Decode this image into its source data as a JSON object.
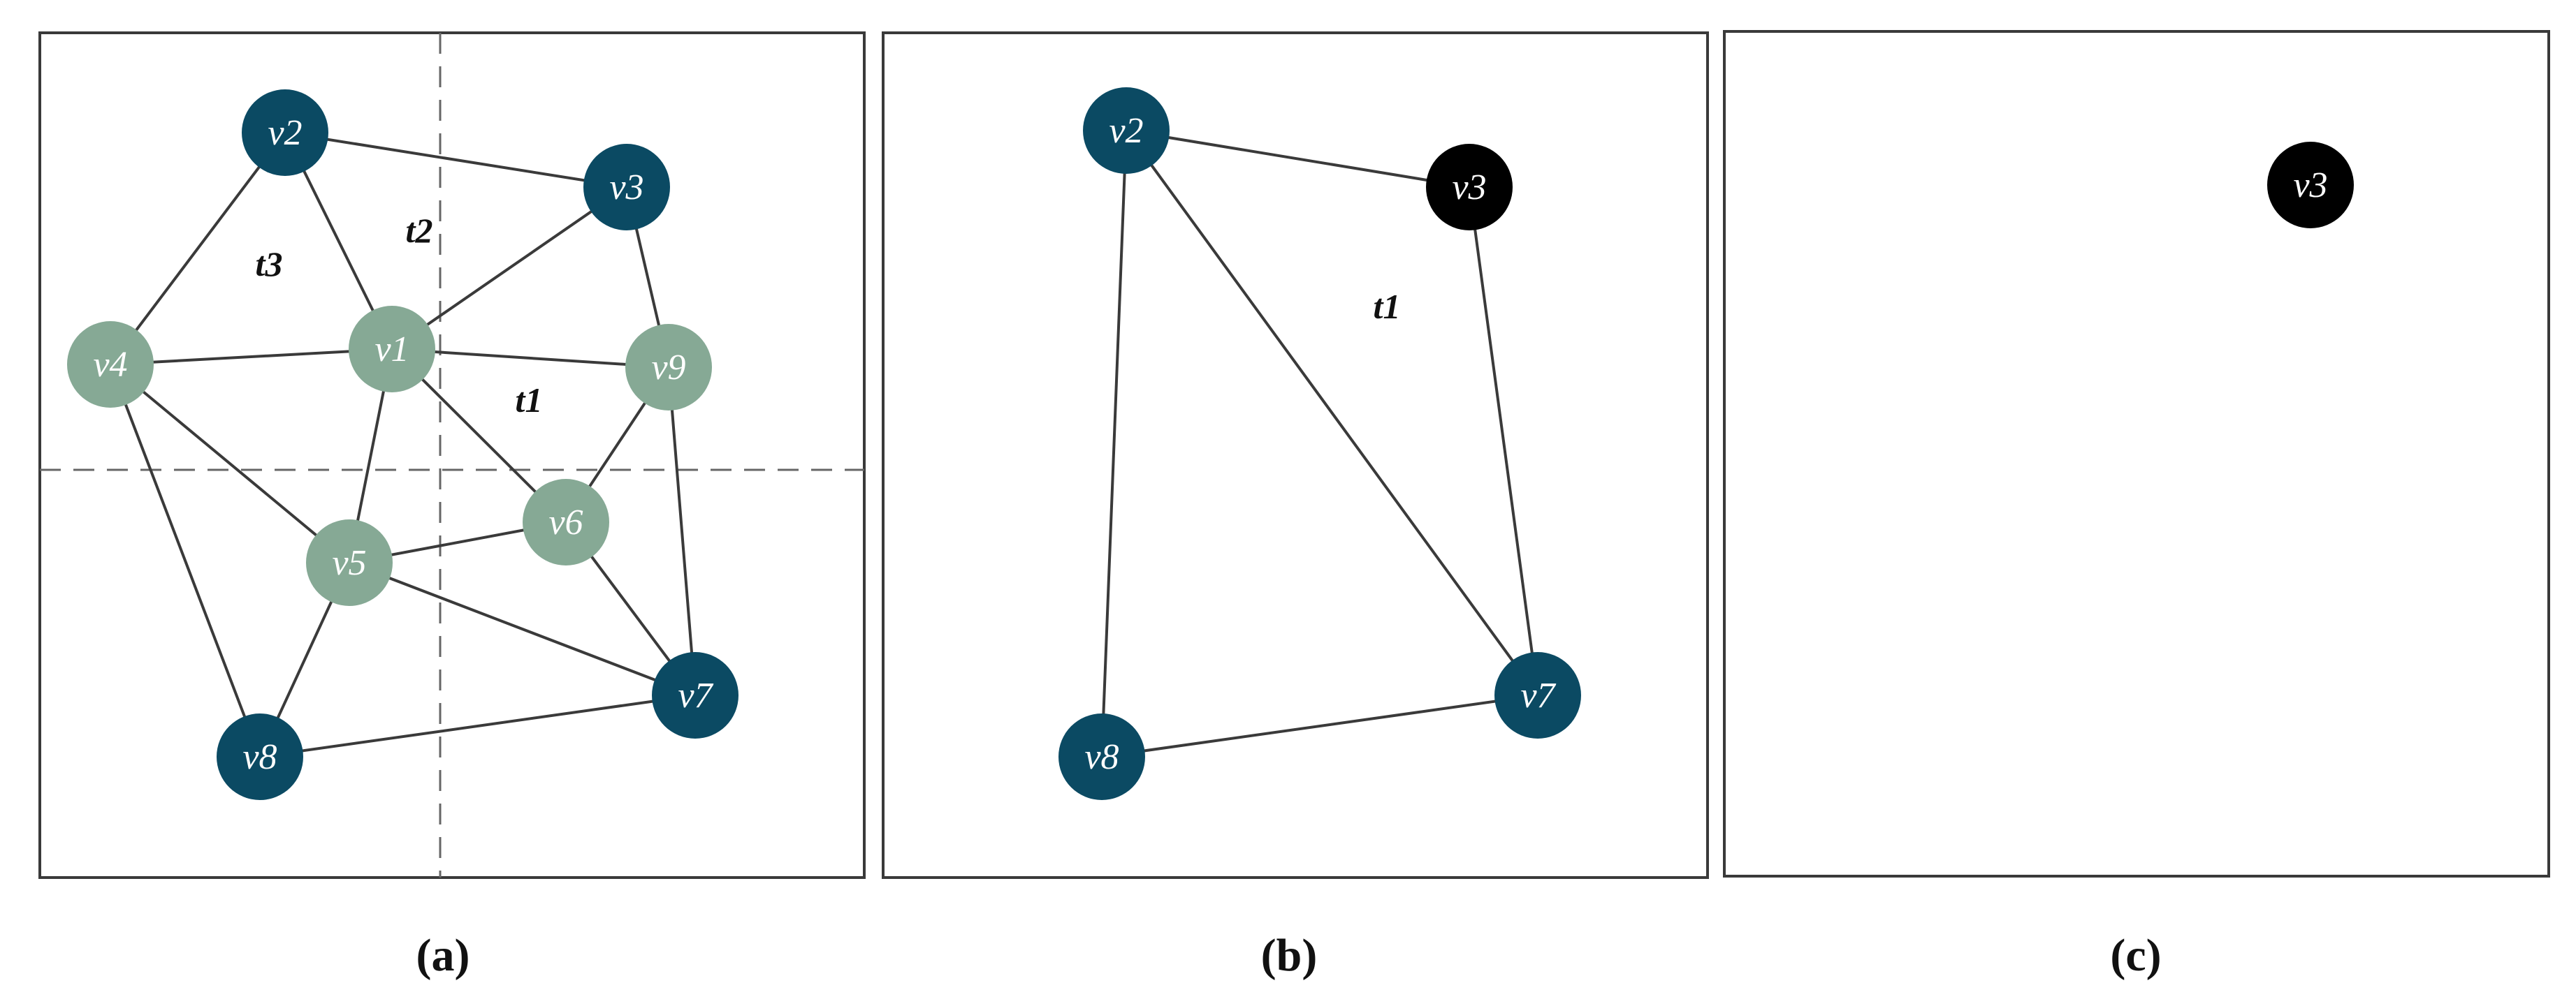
{
  "colors": {
    "dark_node": "#0b4a63",
    "light_node": "#86a995",
    "black_node": "#000000",
    "edge": "#3a3a3a",
    "frame": "#3a3a3a"
  },
  "panels": [
    {
      "caption": "(a)",
      "nodes": [
        {
          "id": "v1",
          "label": "v1",
          "style": "light"
        },
        {
          "id": "v2",
          "label": "v2",
          "style": "dark"
        },
        {
          "id": "v3",
          "label": "v3",
          "style": "dark"
        },
        {
          "id": "v4",
          "label": "v4",
          "style": "light"
        },
        {
          "id": "v5",
          "label": "v5",
          "style": "light"
        },
        {
          "id": "v6",
          "label": "v6",
          "style": "light"
        },
        {
          "id": "v7",
          "label": "v7",
          "style": "dark"
        },
        {
          "id": "v8",
          "label": "v8",
          "style": "dark"
        },
        {
          "id": "v9",
          "label": "v9",
          "style": "light"
        }
      ],
      "edges": [
        [
          "v2",
          "v3"
        ],
        [
          "v2",
          "v4"
        ],
        [
          "v2",
          "v1"
        ],
        [
          "v3",
          "v1"
        ],
        [
          "v3",
          "v9"
        ],
        [
          "v4",
          "v1"
        ],
        [
          "v1",
          "v9"
        ],
        [
          "v1",
          "v5"
        ],
        [
          "v1",
          "v6"
        ],
        [
          "v4",
          "v5"
        ],
        [
          "v4",
          "v8"
        ],
        [
          "v9",
          "v6"
        ],
        [
          "v9",
          "v7"
        ],
        [
          "v5",
          "v6"
        ],
        [
          "v5",
          "v7"
        ],
        [
          "v5",
          "v8"
        ],
        [
          "v6",
          "v7"
        ],
        [
          "v8",
          "v7"
        ]
      ],
      "regions": [
        {
          "id": "t1",
          "label": "t1"
        },
        {
          "id": "t2",
          "label": "t2"
        },
        {
          "id": "t3",
          "label": "t3"
        }
      ]
    },
    {
      "caption": "(b)",
      "nodes": [
        {
          "id": "v2",
          "label": "v2",
          "style": "dark"
        },
        {
          "id": "v3",
          "label": "v3",
          "style": "black"
        },
        {
          "id": "v7",
          "label": "v7",
          "style": "dark"
        },
        {
          "id": "v8",
          "label": "v8",
          "style": "dark"
        }
      ],
      "edges": [
        [
          "v2",
          "v3"
        ],
        [
          "v2",
          "v8"
        ],
        [
          "v2",
          "v7"
        ],
        [
          "v3",
          "v7"
        ],
        [
          "v8",
          "v7"
        ]
      ],
      "regions": [
        {
          "id": "t1",
          "label": "t1"
        }
      ]
    },
    {
      "caption": "(c)",
      "nodes": [
        {
          "id": "v3",
          "label": "v3",
          "style": "black"
        }
      ],
      "edges": [],
      "regions": []
    }
  ]
}
